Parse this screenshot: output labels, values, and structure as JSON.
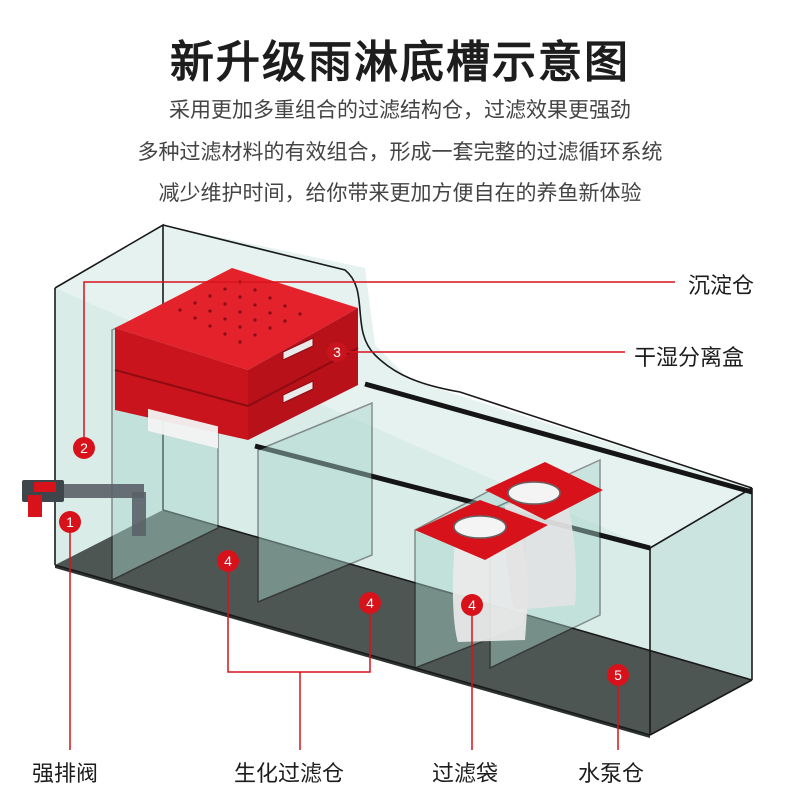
{
  "title": "新升级雨淋底槽示意图",
  "subtitle_lines": [
    "采用更加多重组合的过滤结构仓，过滤效果更强劲",
    "多种过滤材料的有效组合，形成一套完整的过滤循环系统",
    "减少维护时间，给你带来更加方便自在的养鱼新体验"
  ],
  "labels": {
    "sediment": "沉淀仓",
    "separator": "干湿分离盒",
    "drain_valve": "强排阀",
    "bio_filter": "生化过滤仓",
    "filter_bag": "过滤袋",
    "pump": "水泵仓"
  },
  "markers": {
    "m1": "1",
    "m2": "2",
    "m3": "3",
    "m4a": "4",
    "m4b": "4",
    "m4c": "4",
    "m5": "5"
  },
  "colors": {
    "accent_red": "#d7121b",
    "glass": "#b9dcd6",
    "glass_edge": "#1a1a1a",
    "floor": "#4d5653"
  }
}
